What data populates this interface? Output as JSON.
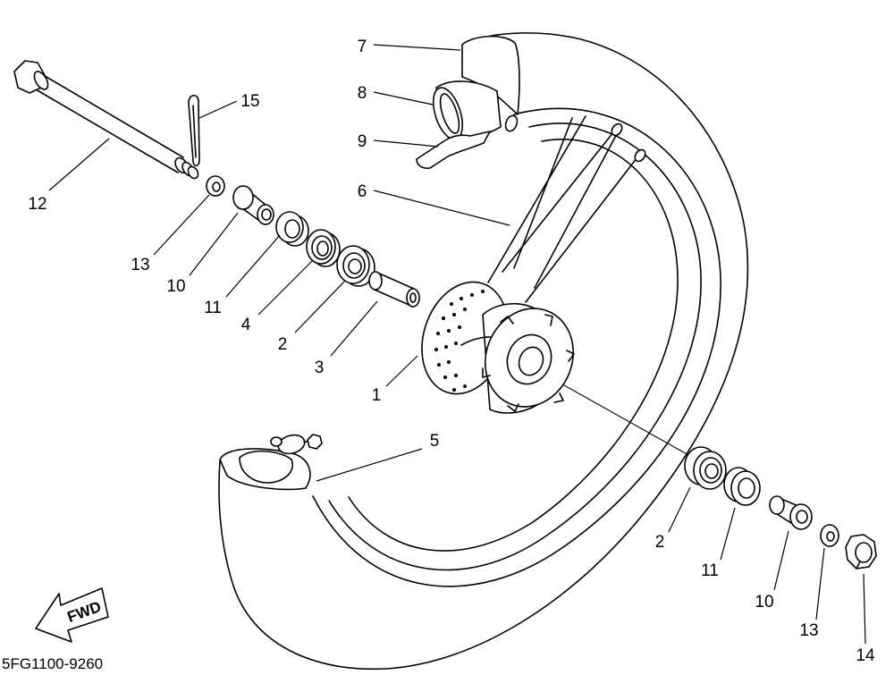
{
  "diagram": {
    "fwd_label": "FWD",
    "part_code": "5FG1100-9260",
    "callouts": [
      "7",
      "8",
      "9",
      "6",
      "15",
      "12",
      "13",
      "10",
      "11",
      "4",
      "2",
      "3",
      "1",
      "5",
      "2",
      "11",
      "10",
      "13",
      "14"
    ]
  }
}
